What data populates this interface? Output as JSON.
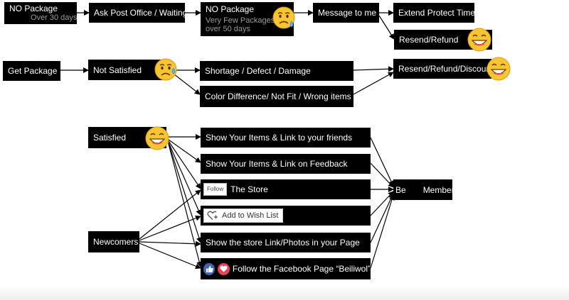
{
  "nodes": {
    "no_package_30": {
      "title": "NO Package",
      "sub": "Over 30 days"
    },
    "ask_post_office": "Ask Post Office / Waiting",
    "no_package_50": {
      "title": "NO Package",
      "sub1": "Very Few Packages",
      "sub2": "over 50 days"
    },
    "message_to_me": "Message to me",
    "extend_protect": "Extend Protect Time",
    "resend_refund": "Resend/Refund",
    "get_package": "Get Package",
    "not_satisfied": "Not Satisfied",
    "shortage": "Shortage / Defect / Damage",
    "color_diff": "Color Difference/ Not Fit / Wrong items",
    "resend_refund_discount": "Resend/Refund/Discount",
    "satisfied": "Satisfied",
    "newcomers": "Newcomers",
    "show_items_friends": "Show Your Items & Link to your friends",
    "show_items_feedback": "Show Your Items & Link on Feedback",
    "follow_label": "Follow",
    "the_store": "The Store",
    "add_wish_list": "Add to Wish List",
    "show_store_link": "Show the store Link/Photos in your Page",
    "follow_facebook": "Follow the Facebook Page “Beiliwol”",
    "be_member": {
      "be": "Be",
      "member": "Member"
    }
  },
  "icons": {
    "emoji_sad": "sad-sweat-face-icon",
    "emoji_happy": "grinning-face-icon",
    "like": "thumbs-up-icon",
    "love": "heart-icon",
    "wish": "heart-outline-plus-icon"
  },
  "colors": {
    "box_bg": "#000000",
    "box_text": "#ffffff",
    "sub_text": "#9a9a9a",
    "fb_blue": "#4267b2",
    "fb_red": "#e8415a",
    "emoji_yellow": "#f7c531"
  }
}
